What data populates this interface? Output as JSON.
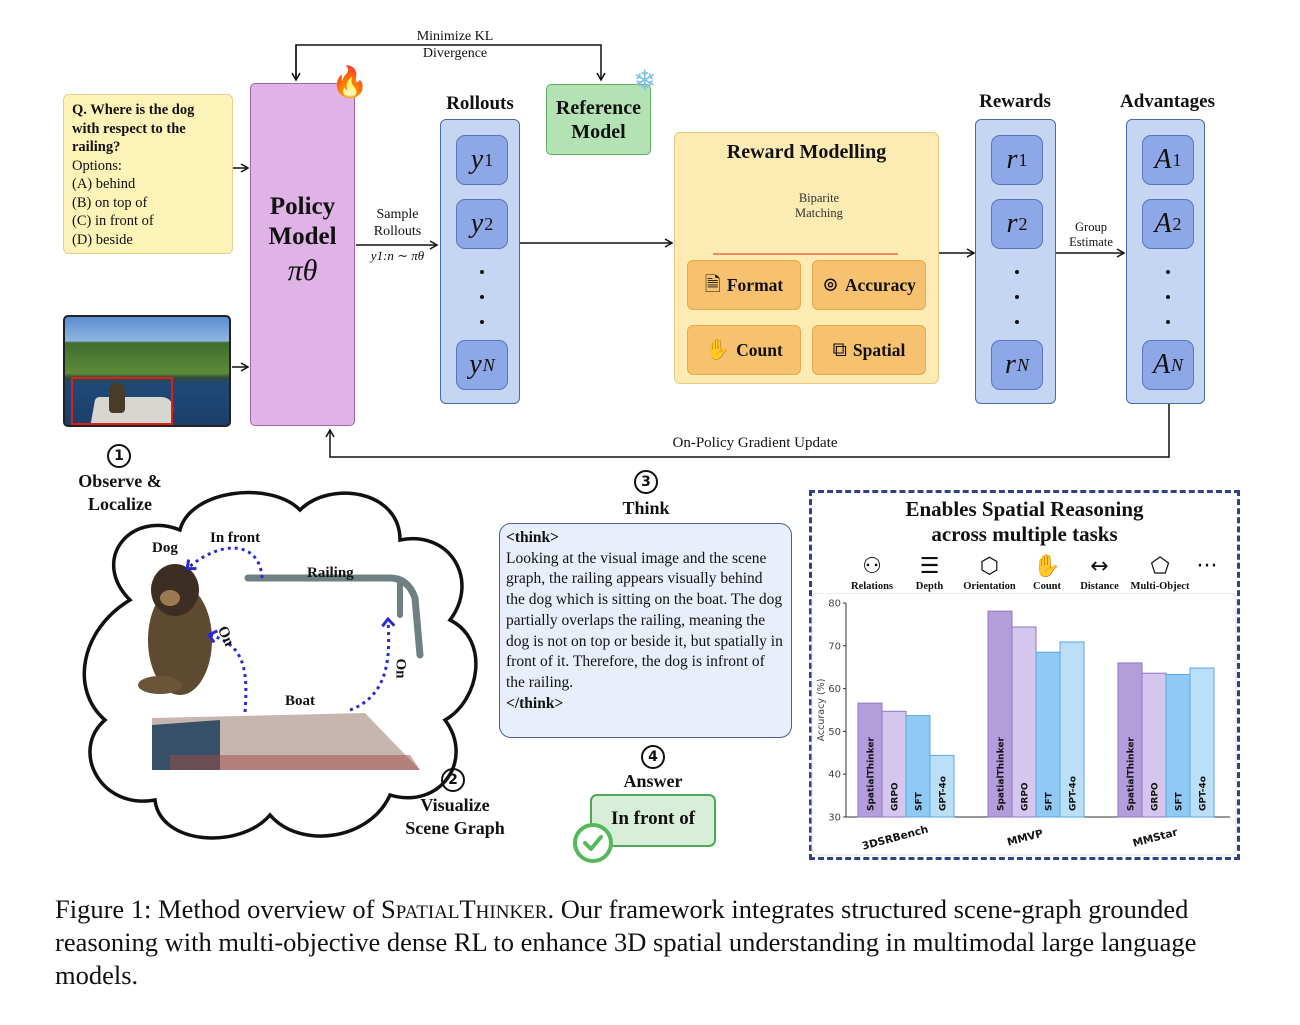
{
  "kl": {
    "label_line1": "Minimize KL",
    "label_line2": "Divergence"
  },
  "question": {
    "text": "Q. Where is the dog with respect to the railing?",
    "options_label": "Options:",
    "options": [
      "(A) behind",
      "(B) on top of",
      "(C) in front of",
      "(D) beside"
    ]
  },
  "input_image": {
    "description": "Dog sitting on a boat on a lake, localized with red bounding box",
    "bbox_color": "#e21b1b"
  },
  "policy": {
    "title_line1": "Policy",
    "title_line2": "Model",
    "symbol": "πθ",
    "icon": "fire-icon"
  },
  "sample": {
    "line1": "Sample",
    "line2": "Rollouts",
    "formula": "y1:n ∼ πθ"
  },
  "reference": {
    "line1": "Reference",
    "line2": "Model",
    "icon": "snowflake-icon"
  },
  "rollouts": {
    "title": "Rollouts",
    "items": [
      {
        "v": "y",
        "s": "1"
      },
      {
        "v": "y",
        "s": "2"
      },
      {
        "v": "y",
        "s": "N"
      }
    ]
  },
  "reward_modelling": {
    "title": "Reward Modelling",
    "matching_line1": "Biparite",
    "matching_line2": "Matching",
    "components": [
      {
        "label": "Format",
        "icon": "document-icon"
      },
      {
        "label": "Accuracy",
        "icon": "target-icon"
      },
      {
        "label": "Count",
        "icon": "hand-icon"
      },
      {
        "label": "Spatial",
        "icon": "overlap-squares-icon"
      }
    ]
  },
  "rewards": {
    "title": "Rewards",
    "items": [
      {
        "v": "r",
        "s": "1"
      },
      {
        "v": "r",
        "s": "2"
      },
      {
        "v": "r",
        "s": "N"
      }
    ]
  },
  "group_estimate": {
    "line1": "Group",
    "line2": "Estimate"
  },
  "advantages": {
    "title": "Advantages",
    "items": [
      {
        "v": "A",
        "s": "1"
      },
      {
        "v": "A",
        "s": "2"
      },
      {
        "v": "A",
        "s": "N"
      }
    ]
  },
  "gradient_update": "On-Policy Gradient Update",
  "steps": [
    {
      "num": "1",
      "line1": "Observe &",
      "line2": "Localize"
    },
    {
      "num": "2",
      "line1": "Visualize",
      "line2": "Scene Graph"
    },
    {
      "num": "3",
      "line1": "Think",
      "line2": ""
    },
    {
      "num": "4",
      "line1": "Answer",
      "line2": ""
    }
  ],
  "scene_graph": {
    "nodes": [
      "Dog",
      "Railing",
      "Boat"
    ],
    "edges": [
      {
        "from": "Railing",
        "to": "Dog",
        "label": "In front"
      },
      {
        "from": "Boat",
        "to": "Dog",
        "label": "On"
      },
      {
        "from": "Boat",
        "to": "Railing",
        "label": "On"
      }
    ],
    "edge_color": "#2a2ad0"
  },
  "think": {
    "open_tag": "<think>",
    "body": "Looking at the visual image and the scene graph, the railing appears visually behind the dog which is sitting on the boat. The dog partially overlaps the railing, meaning the dog is not on top or beside it, but spatially in front of it. Therefore, the dog is infront of the railing.",
    "close_tag": "</think>"
  },
  "answer": {
    "text": "In front of",
    "icon": "check-circle-icon"
  },
  "spatial_panel": {
    "title_line1": "Enables Spatial Reasoning",
    "title_line2": "across multiple tasks",
    "tasks": [
      {
        "label": "Relations",
        "icon": "relations-icon",
        "glyph": "♲"
      },
      {
        "label": "Depth",
        "icon": "layers-icon",
        "glyph": "☰"
      },
      {
        "label": "Orientation",
        "icon": "cube-icon",
        "glyph": "⬡"
      },
      {
        "label": "Count",
        "icon": "hand-icon",
        "glyph": "✋"
      },
      {
        "label": "Distance",
        "icon": "double-arrow-icon",
        "glyph": "↔"
      },
      {
        "label": "Multi-Object",
        "icon": "shapes-icon",
        "glyph": "⬠"
      }
    ],
    "more": "···"
  },
  "chart_data": {
    "type": "bar",
    "title": "",
    "xlabel": "",
    "ylabel": "Accuracy (%)",
    "ylim": [
      30,
      80
    ],
    "yticks": [
      30,
      40,
      50,
      60,
      70,
      80
    ],
    "grid": false,
    "legend": "none (labels inside bars)",
    "categories": [
      "3DSRBench",
      "MMVP",
      "MMStar"
    ],
    "series": [
      {
        "name": "SpatialThinker",
        "color": "#b39ddb",
        "values": [
          56.6,
          78.1,
          66.0
        ]
      },
      {
        "name": "GRPO",
        "color": "#d4c6ec",
        "values": [
          54.7,
          74.4,
          63.6
        ]
      },
      {
        "name": "SFT",
        "color": "#8fc9f4",
        "values": [
          53.7,
          68.5,
          63.3
        ]
      },
      {
        "name": "GPT-4o",
        "color": "#bcdff8",
        "values": [
          44.4,
          70.9,
          64.8
        ]
      }
    ]
  },
  "caption": {
    "prefix": "Figure 1: Method overview of ",
    "name": "SpatialThinker",
    "rest": ". Our framework integrates structured scene-graph grounded reasoning with multi-objective dense RL to enhance 3D spatial understanding in multimodal large language models."
  }
}
